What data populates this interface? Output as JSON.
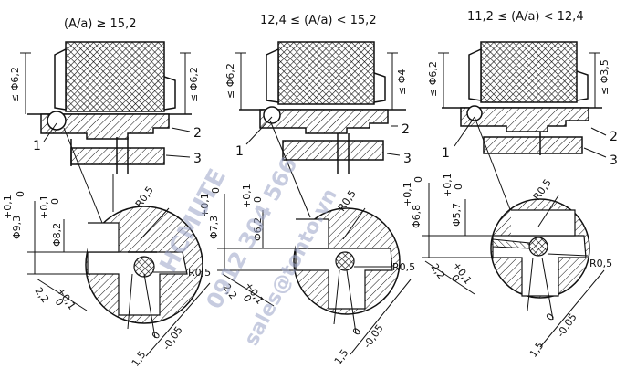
{
  "watermark": {
    "line1": "HCMUTE",
    "line2": "0912 304 566",
    "line3": "sales@tonto.vn"
  },
  "colors": {
    "ink": "#111111",
    "watermark": "#9aa3c7"
  },
  "panels": [
    {
      "condition": "(A/a) ≥ 15,2",
      "dim_left": "≤ Φ6,2",
      "dim_right": "≤ Φ6,2",
      "part_labels": [
        "1",
        "2",
        "3"
      ],
      "detail_vertical": [
        {
          "dia": "Φ9,3",
          "tol_upper": "+0,1",
          "tol_lower": "0"
        },
        {
          "dia": "Φ8,2",
          "tol_upper": "+0,1",
          "tol_lower": "0"
        }
      ],
      "radius_top": "R0,5",
      "radius_bottom": "R0,5",
      "groove_width": "2,2",
      "groove_tol_upper": "+0,1",
      "groove_tol_lower": "0",
      "depth_value": "1,5",
      "depth_tol_upper": "0",
      "depth_tol_lower": "-0,05"
    },
    {
      "condition": "12,4 ≤ (A/a) < 15,2",
      "dim_left": "≤ Φ6,2",
      "dim_right": "≤ Φ4",
      "part_labels": [
        "1",
        "2",
        "3"
      ],
      "detail_vertical": [
        {
          "dia": "Φ7,3",
          "tol_upper": "+0,1",
          "tol_lower": "0"
        },
        {
          "dia": "Φ6,2",
          "tol_upper": "+0,1",
          "tol_lower": "0"
        }
      ],
      "radius_top": "R0,5",
      "radius_bottom": "R0,5",
      "groove_width": "2,2",
      "groove_tol_upper": "+0,1",
      "groove_tol_lower": "0",
      "depth_value": "1,5",
      "depth_tol_upper": "0",
      "depth_tol_lower": "-0,05"
    },
    {
      "condition": "11,2 ≤ (A/a) < 12,4",
      "dim_left": "≤ Φ6,2",
      "dim_right": "≤ Φ3,5",
      "part_labels": [
        "1",
        "2",
        "3"
      ],
      "detail_vertical": [
        {
          "dia": "Φ6,8",
          "tol_upper": "+0,1",
          "tol_lower": "0"
        },
        {
          "dia": "Φ5,7",
          "tol_upper": "+0,1",
          "tol_lower": "0"
        }
      ],
      "radius_top": "R0,5",
      "radius_bottom": "R0,5",
      "groove_width": "2,2",
      "groove_tol_upper": "+0,1",
      "groove_tol_lower": "0",
      "depth_value": "1,5",
      "depth_tol_upper": "0",
      "depth_tol_lower": "-0,05"
    }
  ]
}
